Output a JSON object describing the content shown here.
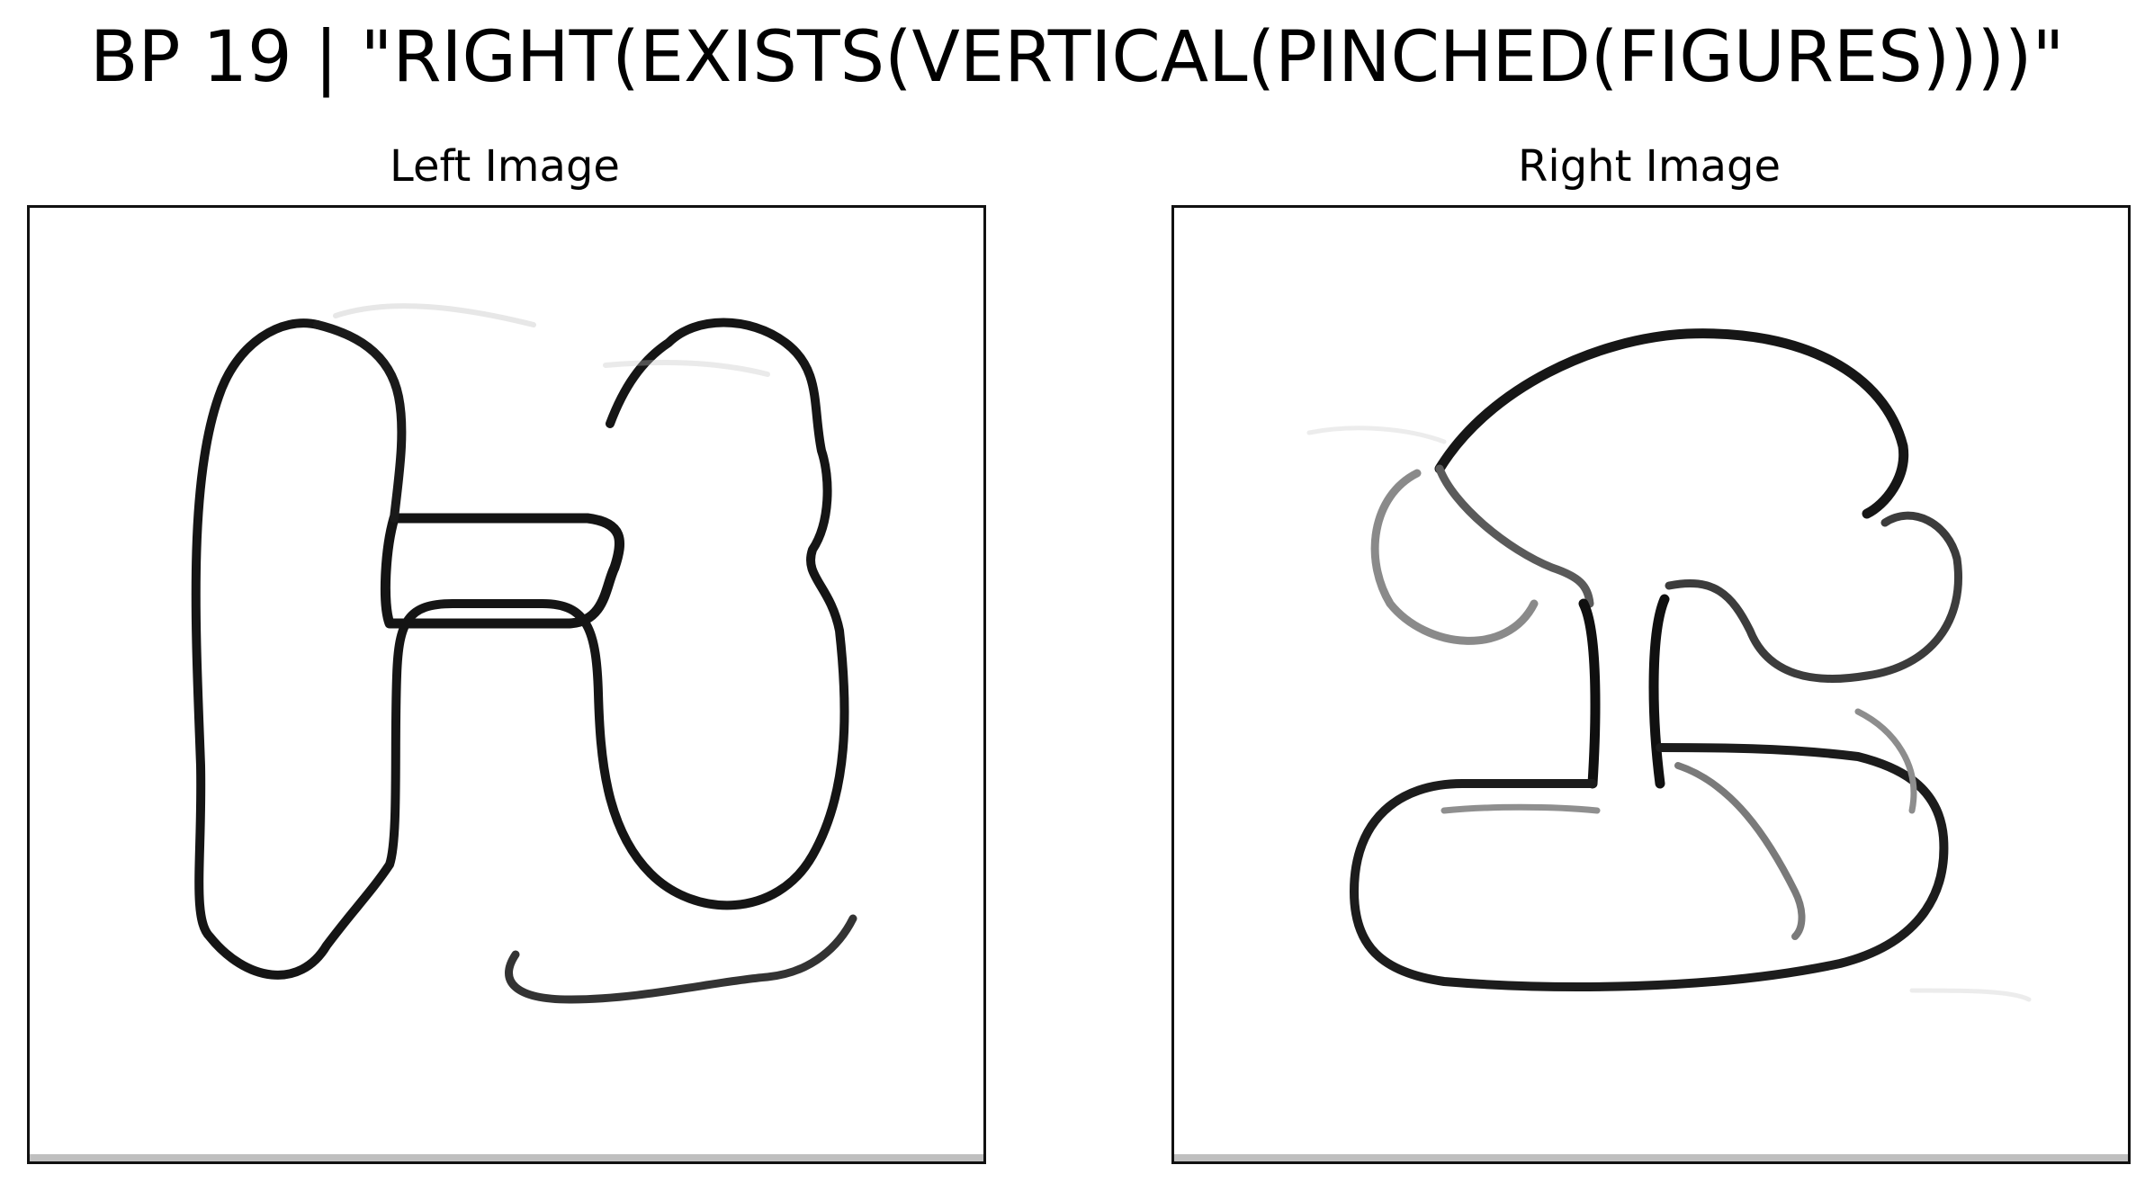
{
  "figure": {
    "title": "BP 19 | \"RIGHT(EXISTS(VERTICAL(PINCHED(FIGURES))))\""
  },
  "panels": [
    {
      "title": "Left Image"
    },
    {
      "title": "Right Image"
    }
  ],
  "colors": {
    "ink_dark": "#111111",
    "ink_mid": "#555555",
    "ink_light": "#9a9a9a",
    "border": "#111111",
    "background": "#ffffff"
  }
}
